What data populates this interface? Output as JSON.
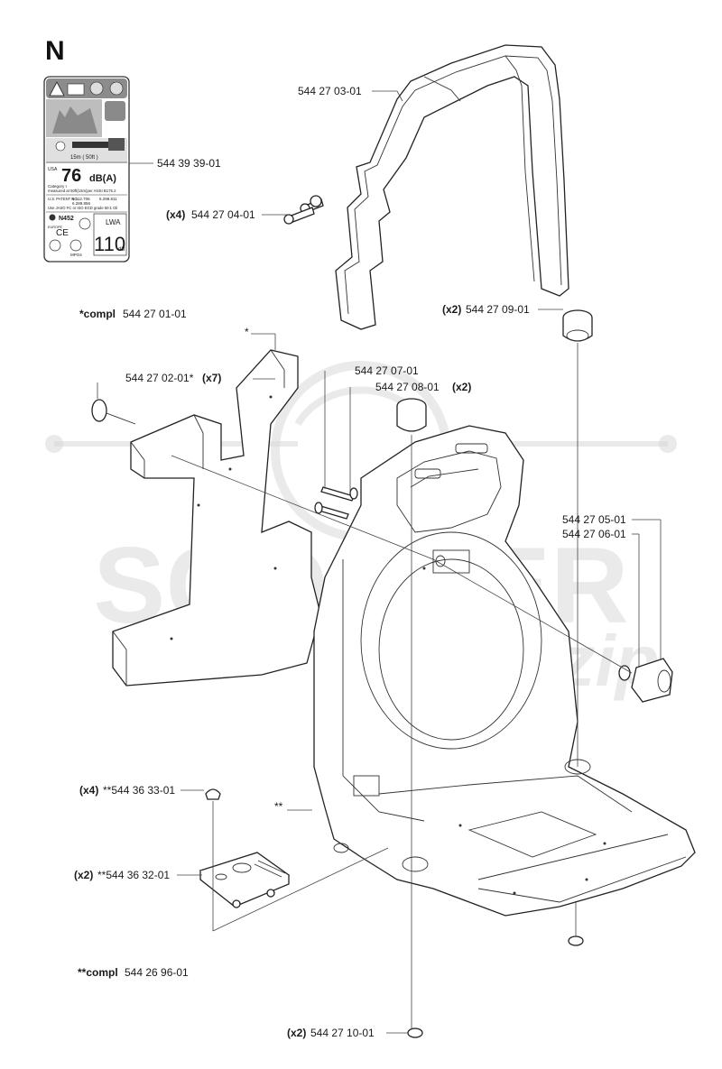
{
  "section_letter": "N",
  "watermark": {
    "text": "SCOOTER",
    "subtext": "zip",
    "color": "#d4d4d4"
  },
  "decal": {
    "region": "USA",
    "db_value": "76",
    "db_unit": "dB(A)",
    "category": "Category I",
    "measured": "measured at 50ft(15m)per ANSI B175.2",
    "us_patent_label": "U.S. PATENT NO.",
    "patent_1": "6.112.706",
    "patent_2": "6.298.811",
    "patent_3": "6.289.856",
    "oil_note": "Use JASO FC or ISO EGD grade 50:1 Oil",
    "europe_label": "EUROPE",
    "ce_mark": "CE",
    "model": "N452",
    "lwa_label": "LWA",
    "lwa_value": "110",
    "lwa_unit": "dB",
    "distance": "15m ( 50ft )",
    "mpo_mark": "MPO4",
    "note_warning": "⚠",
    "note_book": "📖"
  },
  "labels": {
    "decal": "544 39 39-01",
    "frame_top": "544 27 03-01",
    "screw_qty": "(x4)",
    "screw": "544 27 04-01",
    "compl_pad_prefix": "*compl",
    "compl_pad": "544 27 01-01",
    "star": "*",
    "pad_clip": "544 27 02-01*",
    "pad_clip_qty": "(x7)",
    "bolt": "544 27 07-01",
    "grommet_top": "544 27 08-01",
    "grommet_top_qty": "(x2)",
    "grommet_right_qty": "(x2)",
    "grommet_right": "544 27 09-01",
    "knob_1": "544 27 05-01",
    "knob_2": "544 27 06-01",
    "foot_screw_qty": "(x4)",
    "foot_screw": "**544 36 33-01",
    "double_star": "**",
    "foot_qty": "(x2)",
    "foot": "**544 36 32-01",
    "compl_base_prefix": "**compl",
    "compl_base": "544 26 96-01",
    "bottom_qty": "(x2)",
    "bottom": "544 27 10-01"
  }
}
